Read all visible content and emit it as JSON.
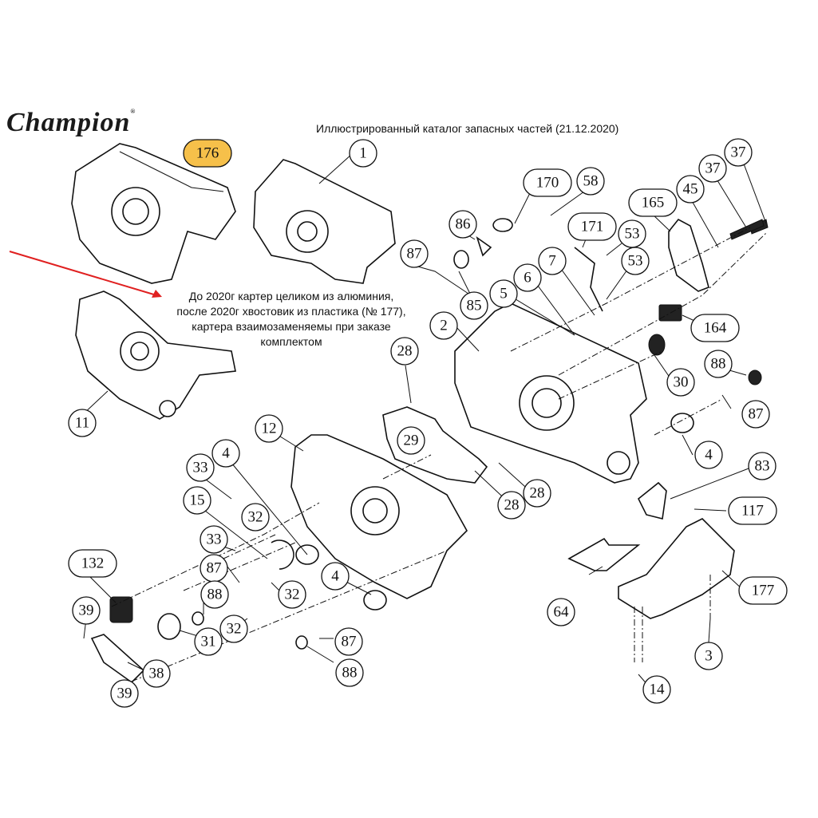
{
  "brand": {
    "name": "Champion",
    "registered_mark": "®"
  },
  "header": {
    "title": "Иллюстрированный каталог запасных частей (21.12.2020)"
  },
  "note": {
    "lines": [
      "До 2020г картер целиком из алюминия,",
      "после 2020г хвостовик из пластика (№ 177),",
      "картера взаимозаменяемы при заказе",
      "комплектом"
    ],
    "arrow_color": "#e02020"
  },
  "highlight_color": "#f6c04a",
  "callouts": [
    {
      "id": "176",
      "label": "176",
      "highlighted": true
    },
    {
      "id": "1",
      "label": "1"
    },
    {
      "id": "11",
      "label": "11"
    },
    {
      "id": "2",
      "label": "2"
    },
    {
      "id": "3",
      "label": "3"
    },
    {
      "id": "4a",
      "label": "4"
    },
    {
      "id": "4b",
      "label": "4"
    },
    {
      "id": "4c",
      "label": "4"
    },
    {
      "id": "5",
      "label": "5"
    },
    {
      "id": "6",
      "label": "6"
    },
    {
      "id": "7",
      "label": "7"
    },
    {
      "id": "12",
      "label": "12"
    },
    {
      "id": "14",
      "label": "14"
    },
    {
      "id": "15",
      "label": "15"
    },
    {
      "id": "28a",
      "label": "28"
    },
    {
      "id": "28b",
      "label": "28"
    },
    {
      "id": "28c",
      "label": "28"
    },
    {
      "id": "29",
      "label": "29"
    },
    {
      "id": "30",
      "label": "30"
    },
    {
      "id": "31",
      "label": "31"
    },
    {
      "id": "32a",
      "label": "32"
    },
    {
      "id": "32b",
      "label": "32"
    },
    {
      "id": "32c",
      "label": "32"
    },
    {
      "id": "33a",
      "label": "33"
    },
    {
      "id": "33b",
      "label": "33"
    },
    {
      "id": "37a",
      "label": "37"
    },
    {
      "id": "37b",
      "label": "37"
    },
    {
      "id": "38",
      "label": "38"
    },
    {
      "id": "39a",
      "label": "39"
    },
    {
      "id": "39b",
      "label": "39"
    },
    {
      "id": "45",
      "label": "45"
    },
    {
      "id": "53a",
      "label": "53"
    },
    {
      "id": "53b",
      "label": "53"
    },
    {
      "id": "58",
      "label": "58"
    },
    {
      "id": "64",
      "label": "64"
    },
    {
      "id": "83",
      "label": "83"
    },
    {
      "id": "85",
      "label": "85"
    },
    {
      "id": "86",
      "label": "86"
    },
    {
      "id": "87a",
      "label": "87"
    },
    {
      "id": "87b",
      "label": "87"
    },
    {
      "id": "87c",
      "label": "87"
    },
    {
      "id": "87d",
      "label": "87"
    },
    {
      "id": "88a",
      "label": "88"
    },
    {
      "id": "88b",
      "label": "88"
    },
    {
      "id": "88c",
      "label": "88"
    },
    {
      "id": "117",
      "label": "117"
    },
    {
      "id": "132",
      "label": "132"
    },
    {
      "id": "164",
      "label": "164"
    },
    {
      "id": "165",
      "label": "165"
    },
    {
      "id": "170",
      "label": "170"
    },
    {
      "id": "171",
      "label": "171"
    },
    {
      "id": "177",
      "label": "177"
    }
  ]
}
